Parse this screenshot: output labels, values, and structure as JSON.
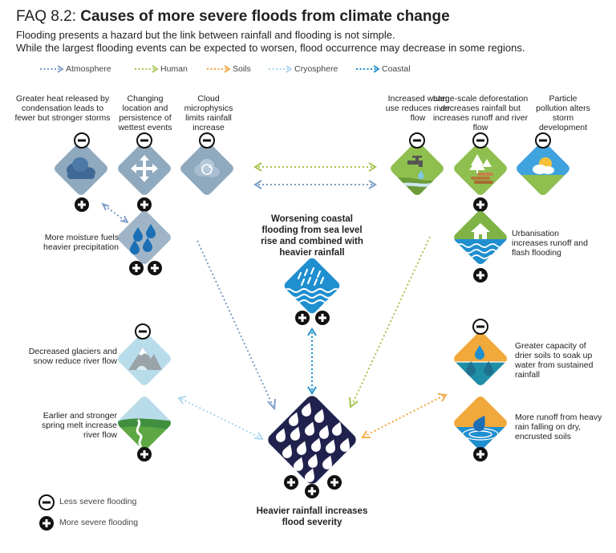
{
  "header": {
    "prefix": "FAQ 8.2:",
    "title": "Causes of more severe floods from climate change",
    "subtitle_1": "Flooding presents a hazard but the link between rainfall and flooding is not simple.",
    "subtitle_2": "While the largest flooding events can be expected to worsen, flood occurrence may decrease in some regions."
  },
  "arrow_legend": [
    {
      "label": "Atmosphere",
      "color": "#7b9dc6"
    },
    {
      "label": "Human",
      "color": "#a6c44e"
    },
    {
      "label": "Soils",
      "color": "#f2a33a"
    },
    {
      "label": "Cryosphere",
      "color": "#a9d4ea"
    },
    {
      "label": "Coastal",
      "color": "#1d8fc9"
    }
  ],
  "factors": {
    "condensation": {
      "label": "Greater heat released by condensation leads to fewer but stronger storms",
      "icon": "storm-cloud-icon",
      "effects": [
        "minus",
        "plus"
      ]
    },
    "wettest_events": {
      "label": "Changing location and persistence of wettest events",
      "icon": "shifting-arrows-icon",
      "effects": [
        "minus",
        "plus"
      ]
    },
    "cloud_microphysics": {
      "label": "Cloud microphysics limits rainfall increase",
      "icon": "cloud-cycle-icon",
      "effects": [
        "minus"
      ]
    },
    "moisture": {
      "label": "More moisture fuels heavier precipitation",
      "icon": "raindrops-icon",
      "effects": [
        "plus",
        "plus"
      ]
    },
    "water_use": {
      "label": "Increased water use reduces river flow",
      "icon": "tap-river-icon",
      "effects": [
        "minus"
      ]
    },
    "deforestation": {
      "label": "Large-scale deforestation decreases rainfall but increases runoff and river flow",
      "icon": "felled-trees-icon",
      "effects": [
        "minus",
        "plus"
      ]
    },
    "particle_pollution": {
      "label": "Particle pollution alters storm development",
      "icon": "sun-cloud-icon",
      "effects": [
        "minus"
      ]
    },
    "urbanisation": {
      "label": "Urbanisation increases runoff and flash flooding",
      "icon": "flooded-house-icon",
      "effects": [
        "plus"
      ]
    },
    "coastal": {
      "label": "Worsening coastal flooding from sea level rise and combined with heavier rainfall",
      "icon": "rain-waves-icon",
      "effects": [
        "plus",
        "plus"
      ]
    },
    "glaciers": {
      "label": "Decreased glaciers and snow reduce river flow",
      "icon": "glacier-mountain-icon",
      "effects": [
        "minus"
      ]
    },
    "spring_melt": {
      "label": "Earlier and stronger spring melt increase river flow",
      "icon": "river-valley-icon",
      "effects": [
        "plus"
      ]
    },
    "dry_soils_capacity": {
      "label": "Greater capacity of drier soils to soak up water from sustained rainfall",
      "icon": "soil-soak-icon",
      "effects": [
        "minus"
      ]
    },
    "encrusted_soils": {
      "label": "More runoff from heavy rain falling on dry, encrusted soils",
      "icon": "soil-splash-icon",
      "effects": [
        "plus"
      ]
    },
    "heavier_rainfall": {
      "label": "Heavier rainfall increases flood severity",
      "icon": "heavy-rain-icon",
      "effects": [
        "plus",
        "plus",
        "plus"
      ]
    }
  },
  "legend": {
    "less": "Less severe flooding",
    "more": "More severe flooding"
  },
  "colors": {
    "atmosphere_tile": "#8fa9bf",
    "moisture_tile": "#9fb5c7",
    "human_tile": "#8fbf4e",
    "urban_tile": "#7fb346",
    "coastal_tile": "#1f8fd0",
    "cryo_tile": "#b9dcea",
    "soil_tile": "#f2a93b",
    "rain_tile": "#20214d"
  }
}
